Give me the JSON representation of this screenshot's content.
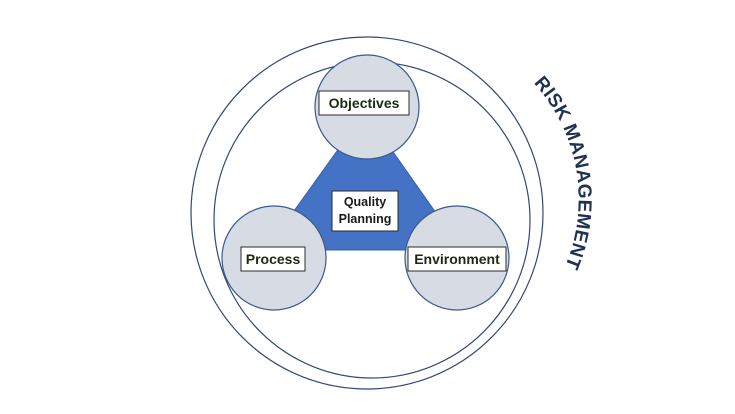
{
  "diagram": {
    "outer_label": "RISK MANAGEMENT",
    "center": {
      "line1": "Quality",
      "line2": "Planning"
    },
    "nodes": {
      "top": "Objectives",
      "left": "Process",
      "right": "Environment"
    }
  },
  "colors": {
    "outer_ring": "#2e4a78",
    "node_fill": "#d6dbe4",
    "node_stroke": "#3b5a8c",
    "triangle_fill": "#4472c4",
    "arc_text": "#1f3151"
  }
}
